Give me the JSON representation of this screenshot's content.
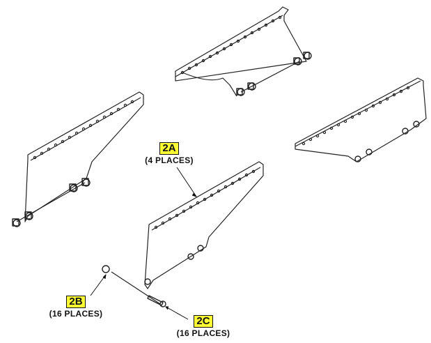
{
  "callouts": {
    "a": {
      "id": "2A",
      "places": "(4 PLACES)"
    },
    "b": {
      "id": "2B",
      "places": "(16 PLACES)"
    },
    "c": {
      "id": "2C",
      "places": "(16 PLACES)"
    }
  },
  "colors": {
    "line": "#222222",
    "badge_fill": "#ffff33",
    "background": "#ffffff"
  }
}
